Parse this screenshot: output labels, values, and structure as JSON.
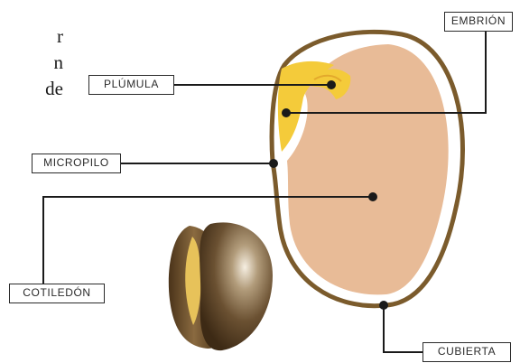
{
  "side_text": {
    "lines": [
      "r",
      "n",
      "de"
    ]
  },
  "labels": {
    "embrion": "Embrión",
    "plumula": "Plúmula",
    "micropilo": "Micropilo",
    "cotiledon": "Cotiledón",
    "cubierta": "Cubierta"
  },
  "colors": {
    "seed_coat": "#7b5b2c",
    "cotyledon": "#e8bb97",
    "embryo": "#f4cb3a",
    "small_seed_dark": "#5e4526",
    "small_seed_light": "#efe1c4",
    "leader_line": "#1a1a1a"
  }
}
